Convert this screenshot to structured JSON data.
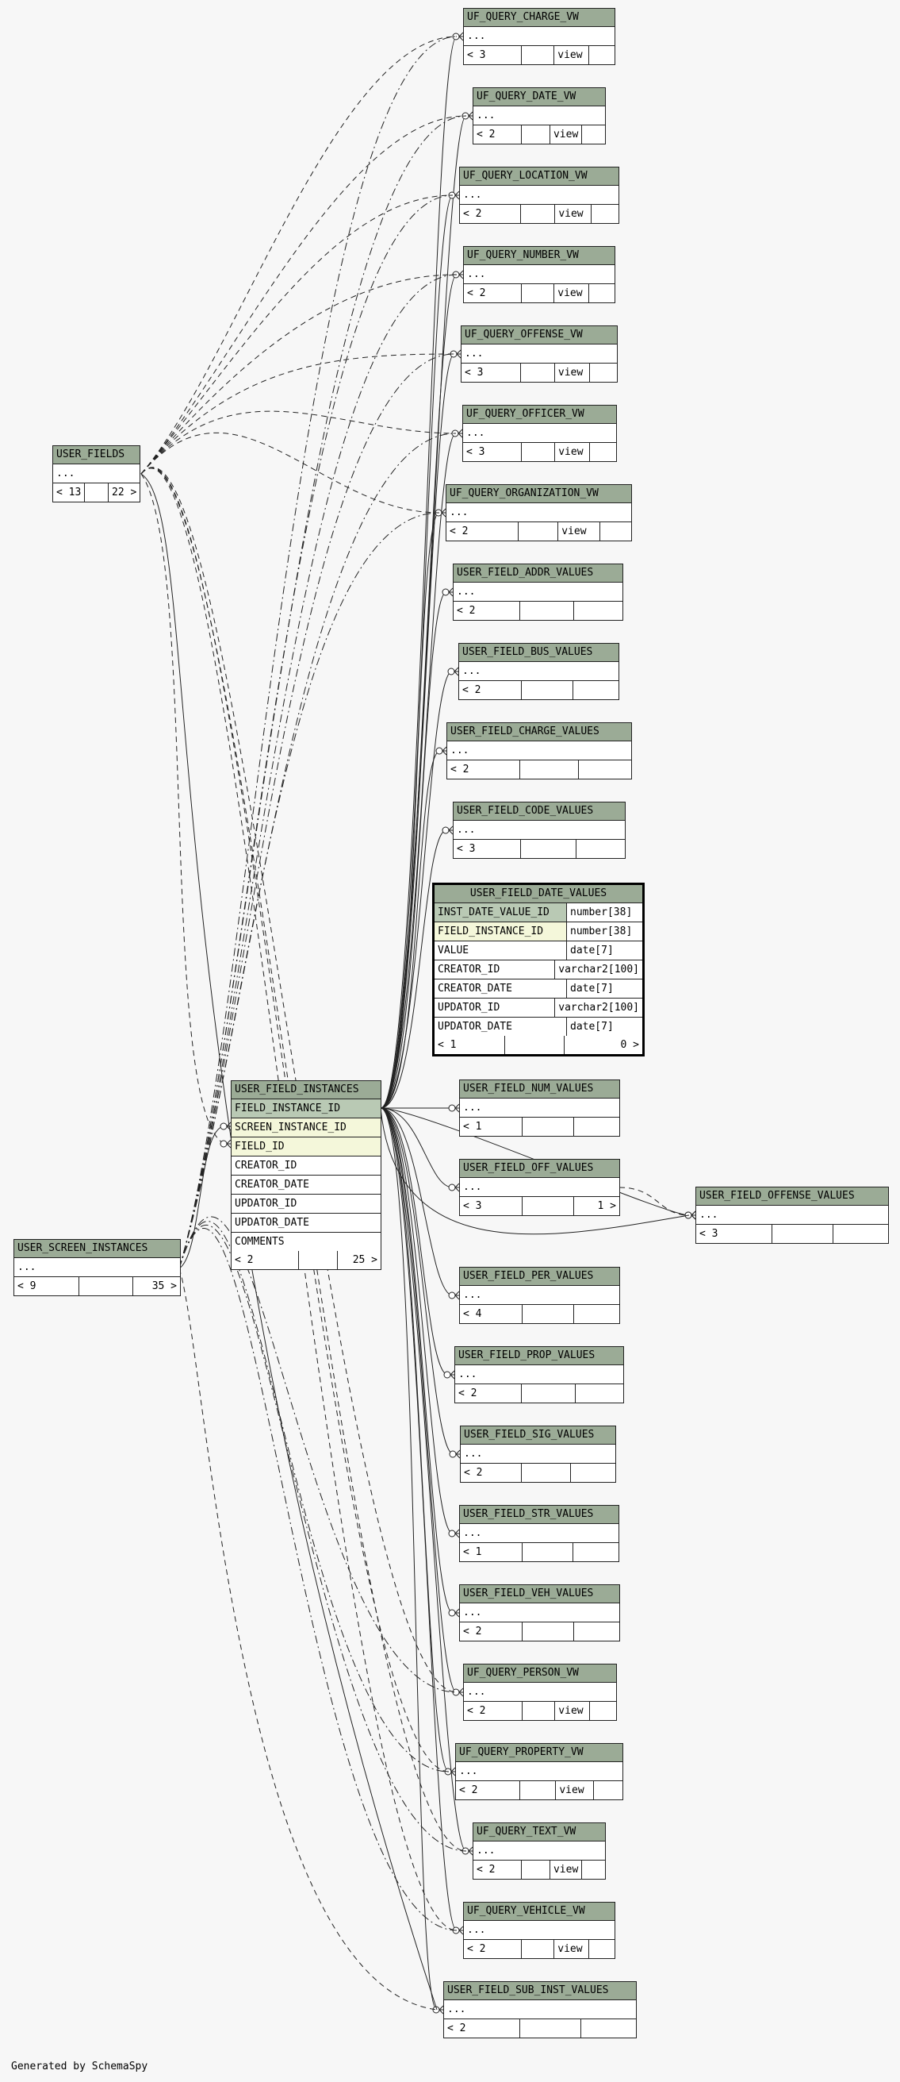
{
  "generated_by": "Generated by SchemaSpy",
  "tables": [
    {
      "id": "t1",
      "name": "UF_QUERY_CHARGE_VW",
      "body": "...",
      "foot": [
        "< 3",
        "",
        "view",
        ""
      ]
    },
    {
      "id": "t2",
      "name": "UF_QUERY_DATE_VW",
      "body": "...",
      "foot": [
        "< 2",
        "",
        "view",
        ""
      ]
    },
    {
      "id": "t3",
      "name": "UF_QUERY_LOCATION_VW",
      "body": "...",
      "foot": [
        "< 2",
        "",
        "view",
        ""
      ]
    },
    {
      "id": "t4",
      "name": "UF_QUERY_NUMBER_VW",
      "body": "...",
      "foot": [
        "< 2",
        "",
        "view",
        ""
      ]
    },
    {
      "id": "t5",
      "name": "UF_QUERY_OFFENSE_VW",
      "body": "...",
      "foot": [
        "< 3",
        "",
        "view",
        ""
      ]
    },
    {
      "id": "t6",
      "name": "UF_QUERY_OFFICER_VW",
      "body": "...",
      "foot": [
        "< 3",
        "",
        "view",
        ""
      ]
    },
    {
      "id": "t7",
      "name": "UF_QUERY_ORGANIZATION_VW",
      "body": "...",
      "foot": [
        "< 2",
        "",
        "view",
        ""
      ]
    },
    {
      "id": "t8",
      "name": "USER_FIELD_ADDR_VALUES",
      "body": "...",
      "foot": [
        "< 2",
        "",
        ""
      ]
    },
    {
      "id": "t9",
      "name": "USER_FIELD_BUS_VALUES",
      "body": "...",
      "foot": [
        "< 2",
        "",
        ""
      ]
    },
    {
      "id": "t10",
      "name": "USER_FIELD_CHARGE_VALUES",
      "body": "...",
      "foot": [
        "< 2",
        "",
        ""
      ]
    },
    {
      "id": "t11",
      "name": "USER_FIELD_CODE_VALUES",
      "body": "...",
      "foot": [
        "< 3",
        "",
        ""
      ]
    },
    {
      "id": "t13",
      "name": "USER_FIELD_NUM_VALUES",
      "body": "...",
      "foot": [
        "< 1",
        "",
        ""
      ]
    },
    {
      "id": "t14",
      "name": "USER_FIELD_OFF_VALUES",
      "body": "...",
      "foot": [
        "< 3",
        "",
        "1 >"
      ]
    },
    {
      "id": "t15",
      "name": "USER_FIELD_OFFENSE_VALUES",
      "body": "...",
      "foot": [
        "< 3",
        "",
        ""
      ]
    },
    {
      "id": "t16",
      "name": "USER_FIELD_PER_VALUES",
      "body": "...",
      "foot": [
        "< 4",
        "",
        ""
      ]
    },
    {
      "id": "t17",
      "name": "USER_FIELD_PROP_VALUES",
      "body": "...",
      "foot": [
        "< 2",
        "",
        ""
      ]
    },
    {
      "id": "t18",
      "name": "USER_FIELD_SIG_VALUES",
      "body": "...",
      "foot": [
        "< 2",
        "",
        ""
      ]
    },
    {
      "id": "t19",
      "name": "USER_FIELD_STR_VALUES",
      "body": "...",
      "foot": [
        "< 1",
        "",
        ""
      ]
    },
    {
      "id": "t20",
      "name": "USER_FIELD_VEH_VALUES",
      "body": "...",
      "foot": [
        "< 2",
        "",
        ""
      ]
    },
    {
      "id": "t21",
      "name": "UF_QUERY_PERSON_VW",
      "body": "...",
      "foot": [
        "< 2",
        "",
        "view",
        ""
      ]
    },
    {
      "id": "t22",
      "name": "UF_QUERY_PROPERTY_VW",
      "body": "...",
      "foot": [
        "< 2",
        "",
        "view",
        ""
      ]
    },
    {
      "id": "t23",
      "name": "UF_QUERY_TEXT_VW",
      "body": "...",
      "foot": [
        "< 2",
        "",
        "view",
        ""
      ]
    },
    {
      "id": "t24",
      "name": "UF_QUERY_VEHICLE_VW",
      "body": "...",
      "foot": [
        "< 2",
        "",
        "view",
        ""
      ]
    },
    {
      "id": "t25",
      "name": "USER_FIELD_SUB_INST_VALUES",
      "body": "...",
      "foot": [
        "< 2",
        "",
        ""
      ]
    },
    {
      "id": "tuf",
      "name": "USER_FIELDS",
      "body": "...",
      "foot": [
        "< 13",
        "",
        "22 >"
      ]
    },
    {
      "id": "tsi",
      "name": "USER_SCREEN_INSTANCES",
      "body": "...",
      "foot": [
        "< 9",
        "",
        "35 >"
      ]
    }
  ],
  "focus_table": {
    "name": "USER_FIELD_DATE_VALUES",
    "columns": [
      {
        "name": "INST_DATE_VALUE_ID",
        "type": "number[38]",
        "key": "pk"
      },
      {
        "name": "FIELD_INSTANCE_ID",
        "type": "number[38]",
        "key": "fk"
      },
      {
        "name": "VALUE",
        "type": "date[7]",
        "key": ""
      },
      {
        "name": "CREATOR_ID",
        "type": "varchar2[100]",
        "key": ""
      },
      {
        "name": "CREATOR_DATE",
        "type": "date[7]",
        "key": ""
      },
      {
        "name": "UPDATOR_ID",
        "type": "varchar2[100]",
        "key": ""
      },
      {
        "name": "UPDATOR_DATE",
        "type": "date[7]",
        "key": ""
      }
    ],
    "foot": [
      "< 1",
      "",
      "0 >"
    ]
  },
  "instances_table": {
    "name": "USER_FIELD_INSTANCES",
    "columns": [
      {
        "name": "FIELD_INSTANCE_ID",
        "key": "pk"
      },
      {
        "name": "SCREEN_INSTANCE_ID",
        "key": "fk"
      },
      {
        "name": "FIELD_ID",
        "key": "fk"
      },
      {
        "name": "CREATOR_ID",
        "key": ""
      },
      {
        "name": "CREATOR_DATE",
        "key": ""
      },
      {
        "name": "UPDATOR_ID",
        "key": ""
      },
      {
        "name": "UPDATOR_DATE",
        "key": ""
      },
      {
        "name": "COMMENTS",
        "key": ""
      }
    ],
    "foot": [
      "< 2",
      "",
      "25 >"
    ]
  }
}
